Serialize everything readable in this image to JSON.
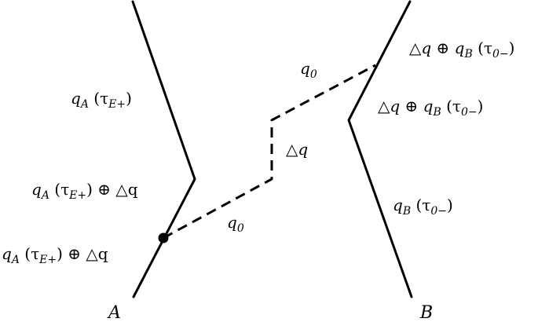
{
  "labels": {
    "a_upper": {
      "main": "q",
      "sub_a": "A",
      "paren": " (τ",
      "sub_b": "E+",
      "close": ")"
    },
    "a_middle": {
      "main": "q",
      "sub_a": "A",
      "paren": " (τ",
      "sub_b": "E+",
      "close": ") ⊕ △q"
    },
    "a_lower": {
      "main": "q",
      "sub_a": "A",
      "paren": " (τ",
      "sub_b": "E+",
      "close": ") ⊕ △q"
    },
    "q0_top": {
      "main": "q",
      "sub": "0"
    },
    "q0_bottom": {
      "main": "q",
      "sub": "0"
    },
    "delta_q": "△q",
    "b_upper": {
      "pre": "△q ⊕ q",
      "sub_a": "B",
      "paren": " (τ",
      "sub_b": "0−",
      "close": ")"
    },
    "b_middle": {
      "pre": "△q ⊕ q",
      "sub_a": "B",
      "paren": " (τ",
      "sub_b": "0−",
      "close": ")"
    },
    "b_lower": {
      "main": "q",
      "sub_a": "B",
      "paren": " (τ",
      "sub_b": "0−",
      "close": ")"
    },
    "endpoint_a": "A",
    "endpoint_b": "B"
  },
  "colors": {
    "stroke": "#000000",
    "background": "#ffffff"
  }
}
